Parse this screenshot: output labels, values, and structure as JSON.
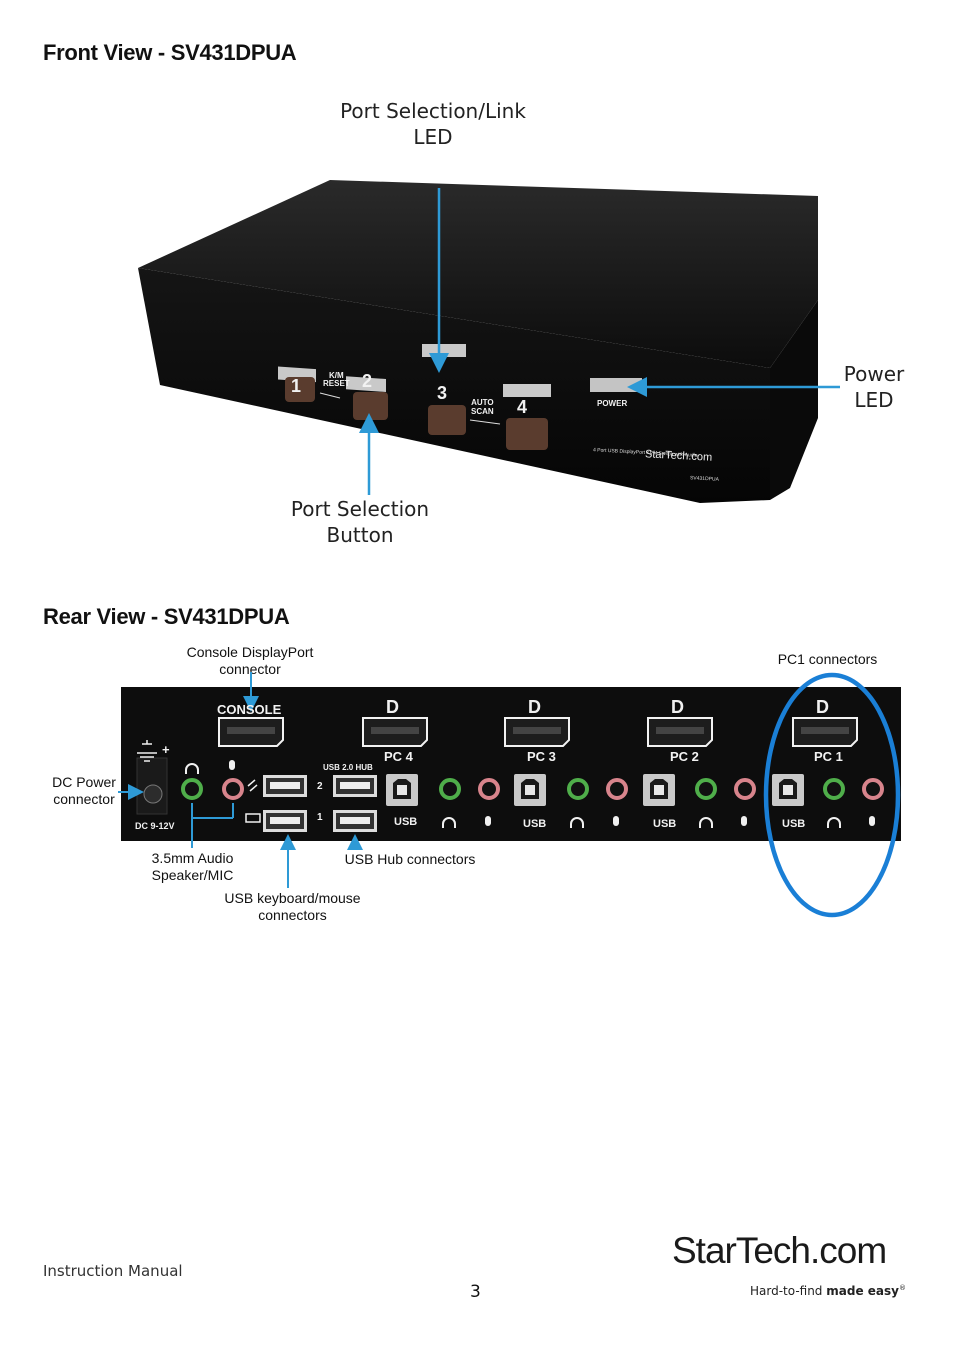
{
  "front": {
    "heading": "Front View - SV431DPUA",
    "callouts": {
      "port_led": [
        "Port Selection/Link",
        "LED"
      ],
      "power_led": [
        "Power",
        "LED"
      ],
      "port_button": [
        "Port Selection",
        "Button"
      ]
    },
    "device": {
      "buttons": [
        "1",
        "2",
        "3",
        "4"
      ],
      "km_reset": [
        "K/M",
        "RESET"
      ],
      "auto_scan": [
        "AUTO",
        "SCAN"
      ],
      "power_label": "POWER",
      "brand": "StarTech.com",
      "product_line": "4 Port USB DisplayPort KVM Switch with Audio",
      "model": "SV431DPUA"
    }
  },
  "rear": {
    "heading": "Rear View - SV431DPUA",
    "callouts": {
      "console_dp": [
        "Console DisplayPort",
        "connector"
      ],
      "pc1": "PC1 connectors",
      "dc_power": [
        "DC Power",
        "connector"
      ],
      "audio": [
        "3.5mm Audio",
        "Speaker/MIC"
      ],
      "usb_hub": "USB Hub connectors",
      "usb_km": [
        "USB keyboard/mouse",
        "connectors"
      ]
    },
    "panel": {
      "console": "CONSOLE",
      "pcs": [
        "PC 4",
        "PC 3",
        "PC 2",
        "PC 1"
      ],
      "usb_hub_label": "USB 2.0 HUB",
      "hub_ports": [
        "2",
        "1"
      ],
      "usb_label": "USB",
      "dc_label": "DC 9-12V",
      "dc_symbol": "+"
    },
    "colors": {
      "callout_blue": "#2e9ad6",
      "circle_blue": "#1a7fd6",
      "mic_pink": "#d8848c",
      "audio_green": "#4fae4a"
    }
  },
  "footer": {
    "manual": "Instruction Manual",
    "page_number": "3",
    "logo": "StarTech.com",
    "tagline_light": "Hard-to-find ",
    "tagline_bold": "made easy",
    "tagline_mark": "®"
  }
}
